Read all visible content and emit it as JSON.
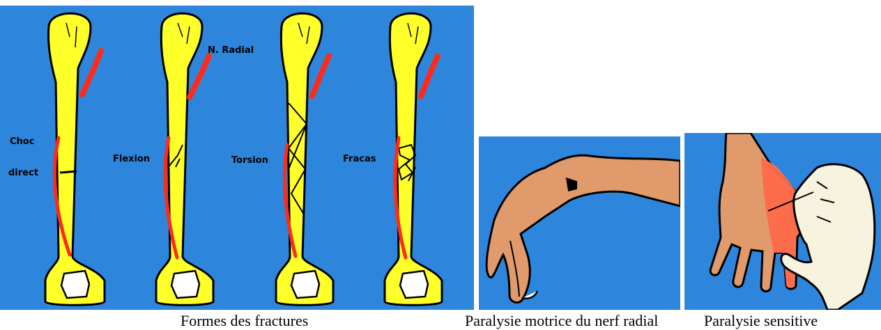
{
  "figure1": {
    "caption": "Formes des fractures",
    "labels": {
      "nerve": "N. Radial",
      "choc_line1": "Choc",
      "choc_line2": "direct",
      "flexion": "Flexion",
      "torsion": "Torsion",
      "fracas": "Fracas"
    }
  },
  "figure2": {
    "caption": "Paralysie motrice du nerf radial"
  },
  "figure3": {
    "caption": "Paralysie sensitive"
  },
  "colors": {
    "background": "#2e86dc",
    "bone": "#ffff2a",
    "nerve": "#ff2a1a",
    "skin": "#e09a6b",
    "anesthetic_zone": "#ff6a4a",
    "examiner_hand": "#f7f3df"
  }
}
